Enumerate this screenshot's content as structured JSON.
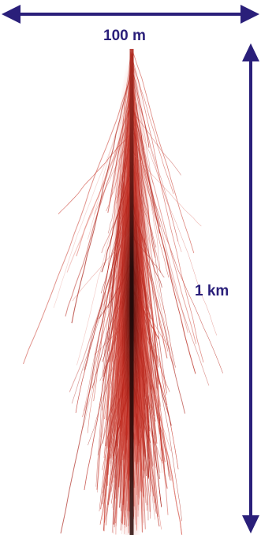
{
  "scale": {
    "horizontal_label": "100 m",
    "vertical_label": "1 km"
  },
  "colors": {
    "arrow": "#2a1f7a",
    "label": "#2a1f7a",
    "track_core": "#1a0c0c",
    "track_dense": "#b8261c",
    "track_light": "#d25a4e",
    "background": "#ffffff"
  },
  "icons": {
    "horizontal_arrow": "double-headed-arrow",
    "vertical_arrow": "double-headed-arrow"
  }
}
